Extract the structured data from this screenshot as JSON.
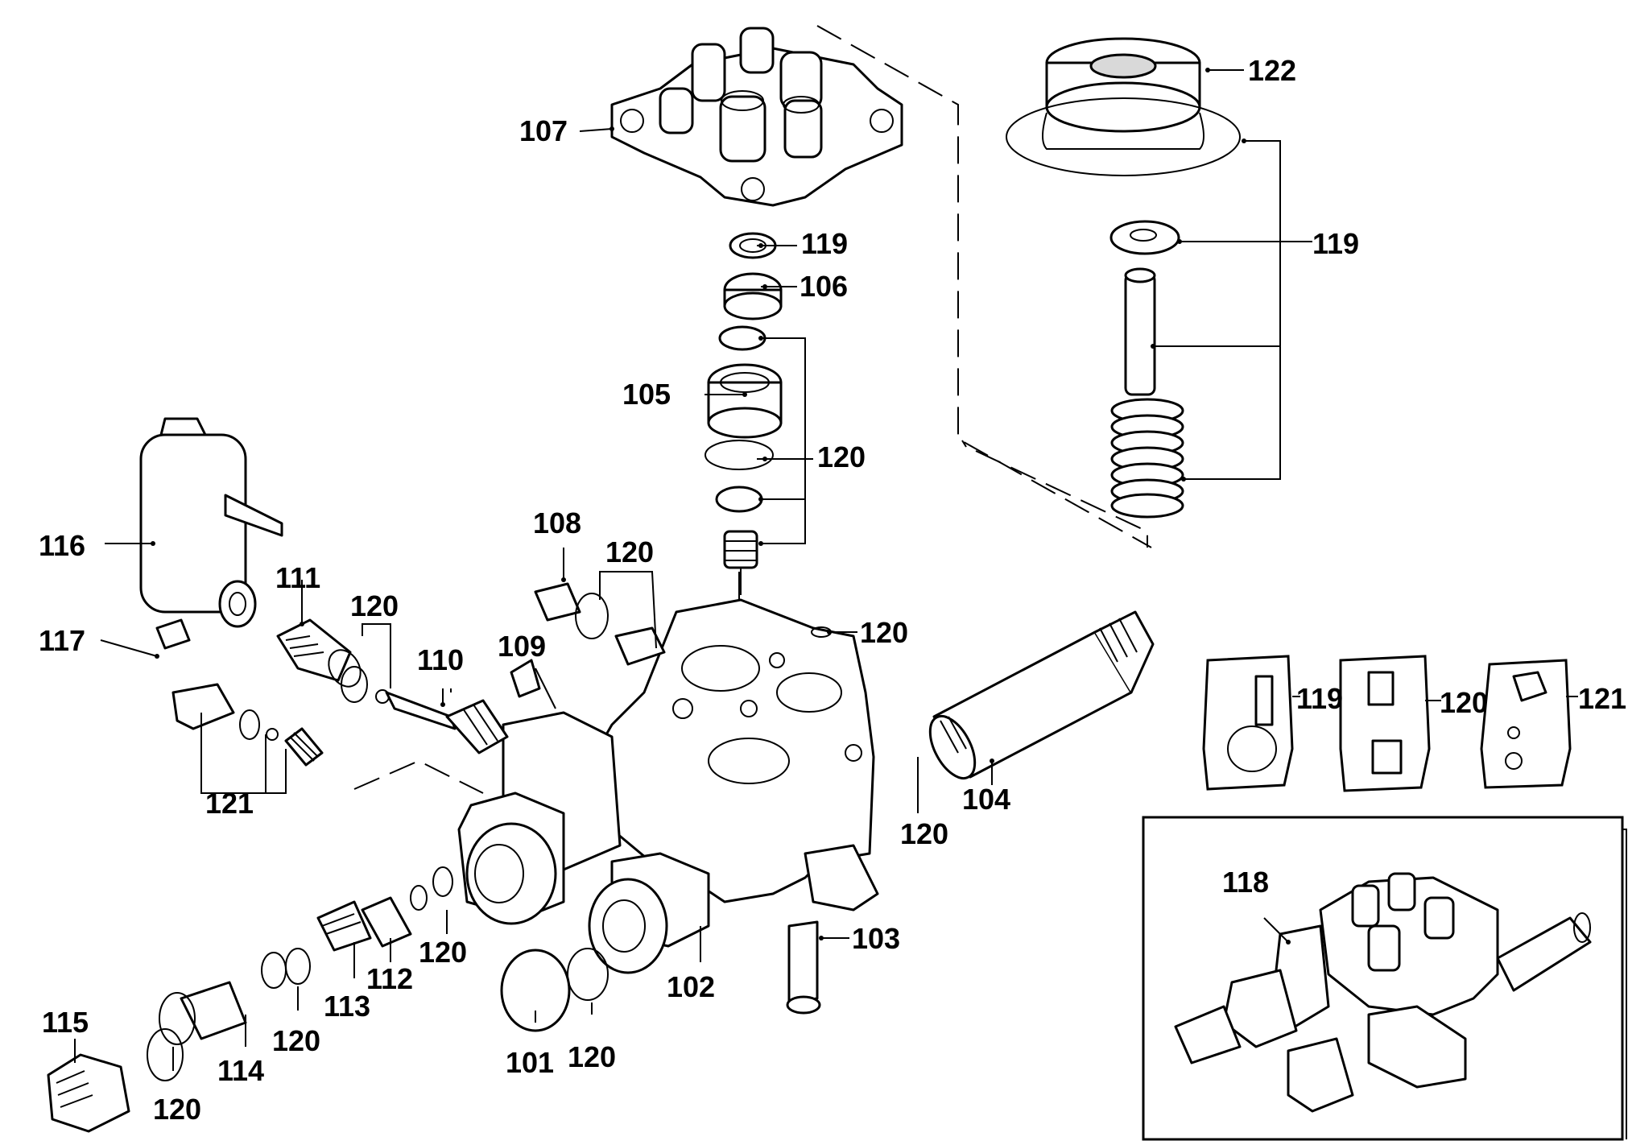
{
  "labels": {
    "p101": "101",
    "p102": "102",
    "p103": "103",
    "p104": "104",
    "p105": "105",
    "p106": "106",
    "p107": "107",
    "p108": "108",
    "p109": "109",
    "p110": "110",
    "p111": "111",
    "p112": "112",
    "p113": "113",
    "p114": "114",
    "p115": "115",
    "p116": "116",
    "p117": "117",
    "p118": "118",
    "p119_top": "119",
    "p119_right": "119",
    "p119_kit": "119",
    "p120_stack": "120",
    "p120_mid": "120",
    "p120_check": "120",
    "p120_small": "120",
    "p120_pipe": "120",
    "p120_unload": "120",
    "p120_valve": "120",
    "p120_plug": "120",
    "p120_b1": "120",
    "p120_b2": "120",
    "p120_kit": "120",
    "p121": "121",
    "p121_kit": "121",
    "p122": "122"
  },
  "colors": {
    "line": "#000000",
    "background": "#ffffff"
  }
}
